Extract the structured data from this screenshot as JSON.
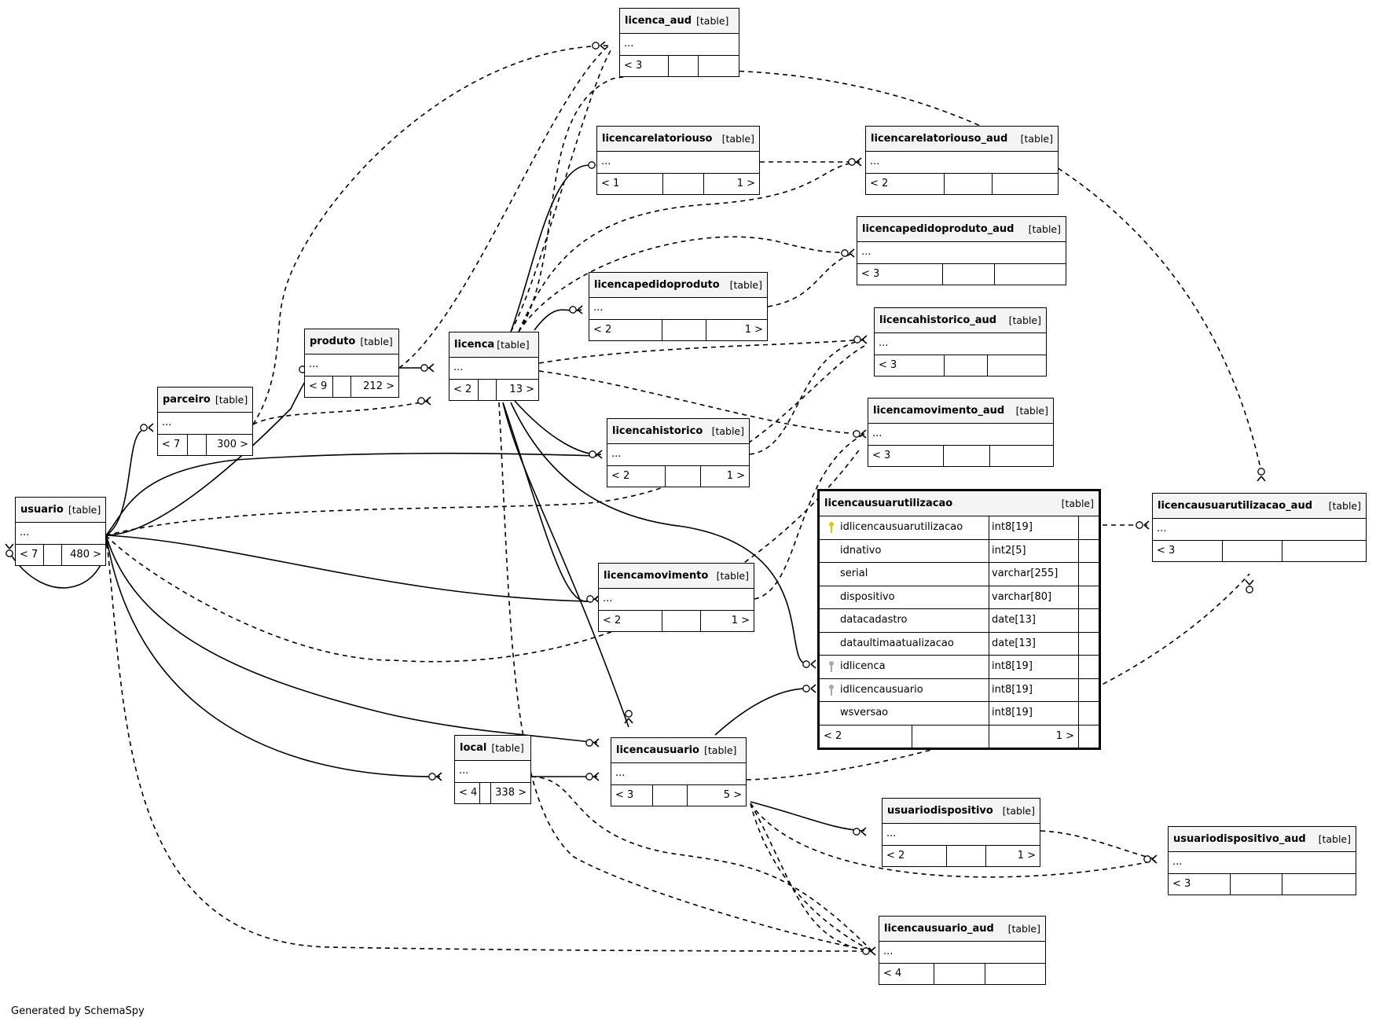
{
  "type_label": "[table]",
  "footer": "Generated by SchemaSpy",
  "tables": {
    "licenca_aud": {
      "name": "licenca_aud",
      "dots": "...",
      "foot": [
        "< 3",
        "",
        ""
      ]
    },
    "licencarelatoriouso": {
      "name": "licencarelatoriouso",
      "dots": "...",
      "foot": [
        "< 1",
        "",
        "1 >"
      ]
    },
    "licencarelatoriouso_aud": {
      "name": "licencarelatoriouso_aud",
      "dots": "...",
      "foot": [
        "< 2",
        "",
        ""
      ]
    },
    "licencapedidoproduto_aud": {
      "name": "licencapedidoproduto_aud",
      "dots": "...",
      "foot": [
        "< 3",
        "",
        ""
      ]
    },
    "licencapedidoproduto": {
      "name": "licencapedidoproduto",
      "dots": "...",
      "foot": [
        "< 2",
        "",
        "1 >"
      ]
    },
    "licencahistorico_aud": {
      "name": "licencahistorico_aud",
      "dots": "...",
      "foot": [
        "< 3",
        "",
        ""
      ]
    },
    "produto": {
      "name": "produto",
      "dots": "...",
      "foot": [
        "< 9",
        "",
        "212 >"
      ]
    },
    "licenca": {
      "name": "licenca",
      "dots": "...",
      "foot": [
        "< 2",
        "",
        "13 >"
      ]
    },
    "parceiro": {
      "name": "parceiro",
      "dots": "...",
      "foot": [
        "< 7",
        "",
        "300 >"
      ]
    },
    "licencamovimento_aud": {
      "name": "licencamovimento_aud",
      "dots": "...",
      "foot": [
        "< 3",
        "",
        ""
      ]
    },
    "licencahistorico": {
      "name": "licencahistorico",
      "dots": "...",
      "foot": [
        "< 2",
        "",
        "1 >"
      ]
    },
    "usuario": {
      "name": "usuario",
      "dots": "...",
      "foot": [
        "< 7",
        "",
        "480 >"
      ]
    },
    "licencausuarutilizacao_aud": {
      "name": "licencausuarutilizacao_aud",
      "dots": "...",
      "foot": [
        "< 3",
        "",
        ""
      ]
    },
    "licencamovimento": {
      "name": "licencamovimento",
      "dots": "...",
      "foot": [
        "< 2",
        "",
        "1 >"
      ]
    },
    "local": {
      "name": "local",
      "dots": "...",
      "foot": [
        "< 4",
        "",
        "338 >"
      ]
    },
    "licencausuario": {
      "name": "licencausuario",
      "dots": "...",
      "foot": [
        "< 3",
        "",
        "5 >"
      ]
    },
    "usuariodispositivo": {
      "name": "usuariodispositivo",
      "dots": "...",
      "foot": [
        "< 2",
        "",
        "1 >"
      ]
    },
    "usuariodispositivo_aud": {
      "name": "usuariodispositivo_aud",
      "dots": "...",
      "foot": [
        "< 3",
        "",
        ""
      ]
    },
    "licencausuario_aud": {
      "name": "licencausuario_aud",
      "dots": "...",
      "foot": [
        "< 4",
        "",
        ""
      ]
    }
  },
  "focus": {
    "name": "licencausuarutilizacao",
    "columns": [
      {
        "name": "idlicencausuarutilizacao",
        "type": "int8[19]",
        "key": "pk-icon"
      },
      {
        "name": "idnativo",
        "type": "int2[5]",
        "key": ""
      },
      {
        "name": "serial",
        "type": "varchar[255]",
        "key": ""
      },
      {
        "name": "dispositivo",
        "type": "varchar[80]",
        "key": ""
      },
      {
        "name": "datacadastro",
        "type": "date[13]",
        "key": ""
      },
      {
        "name": "dataultimaatualizacao",
        "type": "date[13]",
        "key": ""
      },
      {
        "name": "idlicenca",
        "type": "int8[19]",
        "key": "fk-icon"
      },
      {
        "name": "idlicencausuario",
        "type": "int8[19]",
        "key": "fk-icon"
      },
      {
        "name": "wsversao",
        "type": "int8[19]",
        "key": ""
      }
    ],
    "foot": [
      "< 2",
      "",
      "1 >"
    ]
  }
}
